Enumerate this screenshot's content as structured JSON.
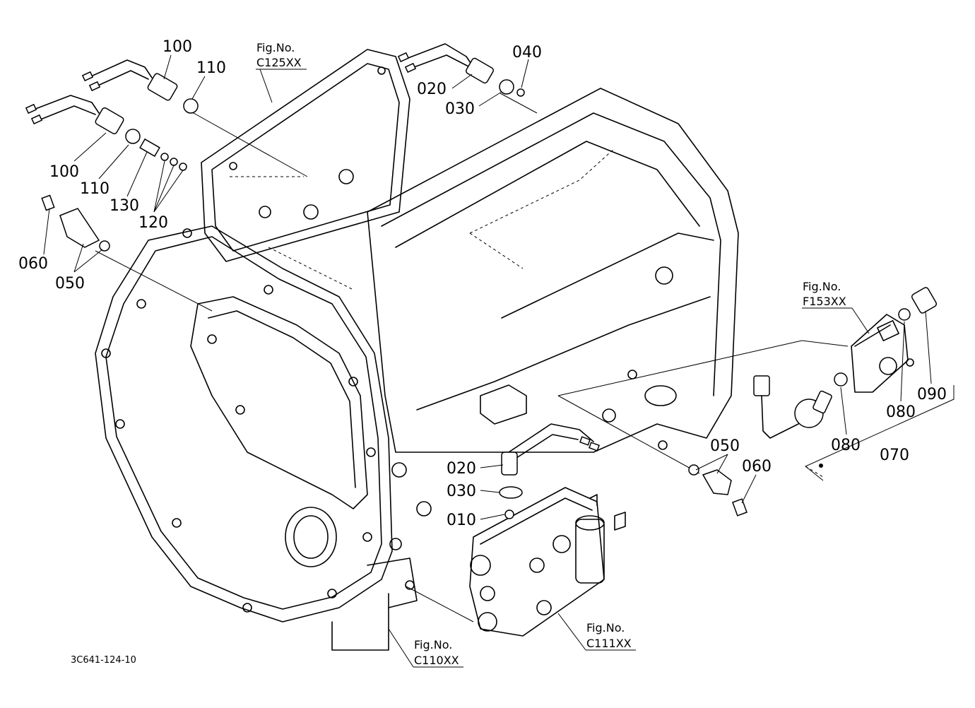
{
  "callouts": {
    "c100a": "100",
    "c110a": "110",
    "c100b": "100",
    "c110b": "110",
    "c130": "130",
    "c120": "120",
    "c060a": "060",
    "c050a": "050",
    "c020a": "020",
    "c030a": "030",
    "c040": "040",
    "c020b": "020",
    "c030b": "030",
    "c010": "010",
    "c050b": "050",
    "c060b": "060",
    "c080a": "080",
    "c080b": "080",
    "c090": "090",
    "c070": "070"
  },
  "figure_refs": {
    "c125": {
      "label": "Fig.No.",
      "code": "C125XX"
    },
    "f153": {
      "label": "Fig.No.",
      "code": "F153XX"
    },
    "c111": {
      "label": "Fig.No.",
      "code": "C111XX"
    },
    "c110": {
      "label": "Fig.No.",
      "code": "C110XX"
    }
  },
  "drawing_code": "3C641-124-10"
}
